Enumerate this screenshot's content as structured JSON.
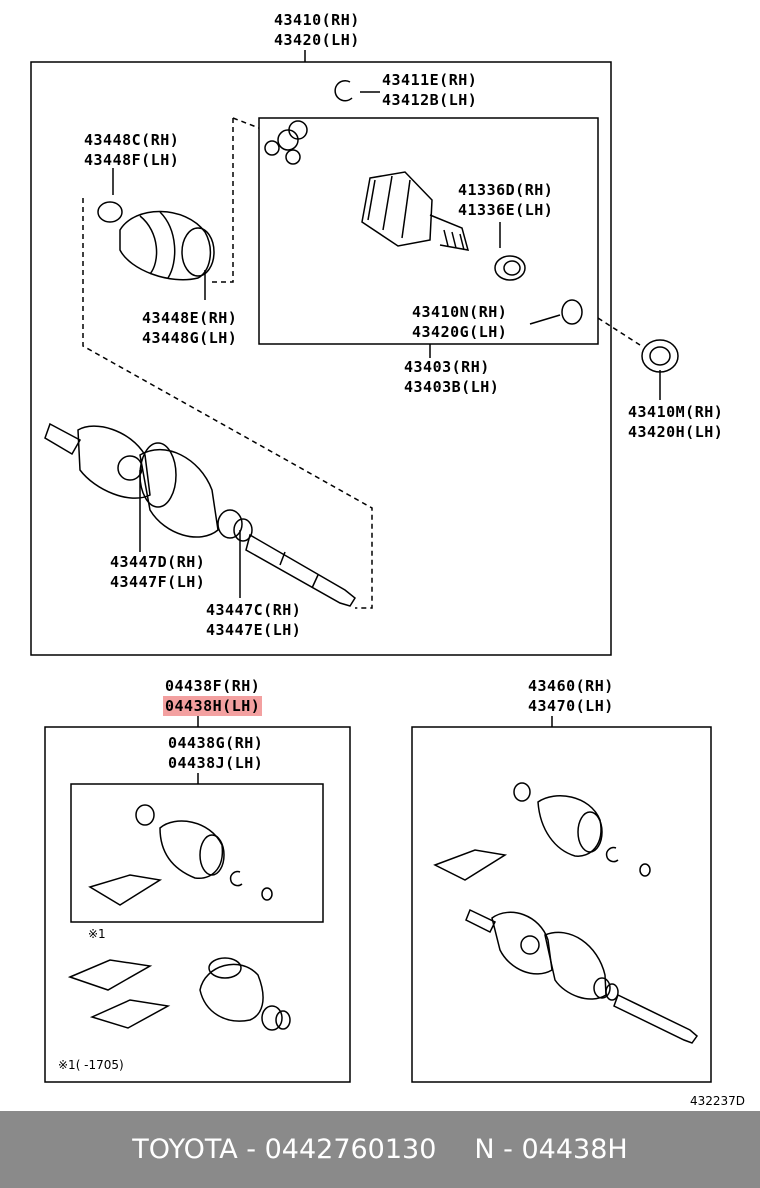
{
  "labels": {
    "a43410": "43410(RH)",
    "a43420": "43420(LH)",
    "a43411e": "43411E(RH)",
    "a43412b": "43412B(LH)",
    "a43448c": "43448C(RH)",
    "a43448f": "43448F(LH)",
    "a41336d": "41336D(RH)",
    "a41336e": "41336E(LH)",
    "a43448e": "43448E(RH)",
    "a43448g": "43448G(LH)",
    "a43410n": "43410N(RH)",
    "a43420g": "43420G(LH)",
    "a43403": "43403(RH)",
    "a43403b": "43403B(LH)",
    "a43410m": "43410M(RH)",
    "a43420h": "43420H(LH)",
    "a43447d": "43447D(RH)",
    "a43447f": "43447F(LH)",
    "a43447c": "43447C(RH)",
    "a43447e": "43447E(LH)",
    "a04438f": "04438F(RH)",
    "a04438h": "04438H(LH)",
    "a04438g": "04438G(RH)",
    "a04438j": "04438J(LH)",
    "a43460": "43460(RH)",
    "a43470": "43470(LH)",
    "note_mark": "※1",
    "note_text": "※1(   -1705)",
    "figure_id": "432237D"
  },
  "highlight_color": "#f3a0a0",
  "footer": {
    "left": "TOYOTA - 0442760130",
    "right": "N - 04438H"
  }
}
